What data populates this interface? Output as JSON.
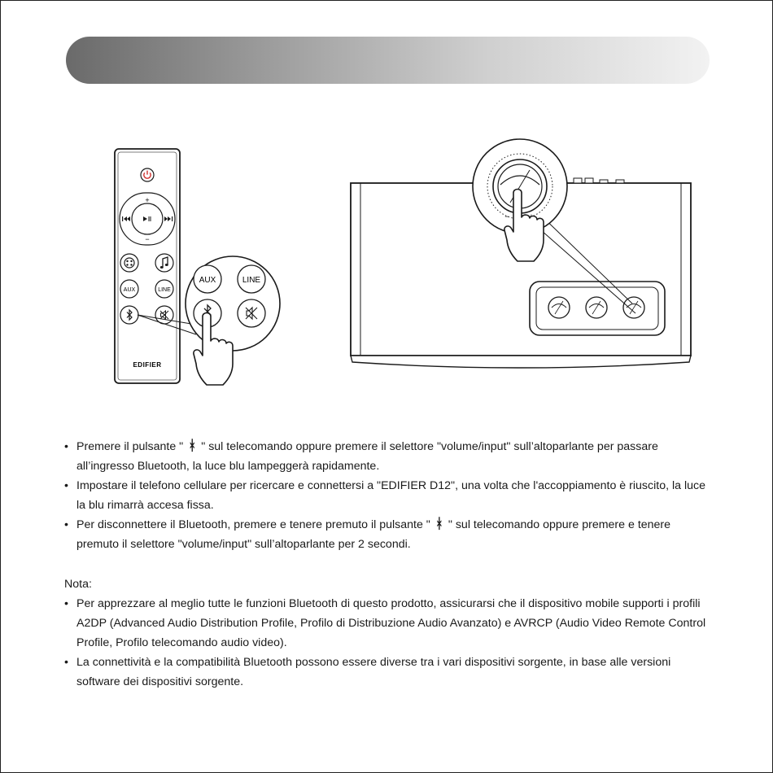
{
  "remote": {
    "aux_label": "AUX",
    "line_label": "LINE",
    "brand": "EDIFIER",
    "plus": "+",
    "minus": "−"
  },
  "zoom": {
    "aux_label": "AUX",
    "line_label": "LINE"
  },
  "knob": {
    "minus": "−",
    "plus": "+"
  },
  "instructions": {
    "b1_pre": "Premere il pulsante \"",
    "b1_post": "\" sul telecomando oppure premere il selettore \"volume/input\" sull’altoparlante per passare all’ingresso Bluetooth, la luce blu lampeggerà rapidamente.",
    "b2": "Impostare il telefono cellulare per ricercare e connettersi a \"EDIFIER D12\", una volta che l'accoppiamento è riuscito, la luce la blu rimarrà accesa fissa.",
    "b3_pre": "Per disconnettere il Bluetooth, premere e tenere premuto il pulsante \"",
    "b3_post": "\" sul telecomando oppure premere e tenere premuto il selettore \"volume/input\" sull’altoparlante per 2 secondi."
  },
  "note": {
    "title": "Nota:",
    "n1": "Per apprezzare al meglio tutte le funzioni Bluetooth di questo prodotto, assicurarsi che il dispositivo mobile supporti i profili A2DP (Advanced Audio Distribution Profile, Profilo di Distribuzione Audio Avanzato) e AVRCP (Audio Video Remote Control Profile, Profilo telecomando audio video).",
    "n2": "La connettività e la compatibilità Bluetooth possono essere diverse tra i vari dispositivi sorgente, in base alle versioni software dei dispositivi sorgente."
  },
  "icons": {
    "bluetooth": "἖"
  },
  "colors": {
    "power": "#d0312d",
    "banner_dark": "#6a6a6a",
    "banner_light": "#f2f2f2"
  }
}
